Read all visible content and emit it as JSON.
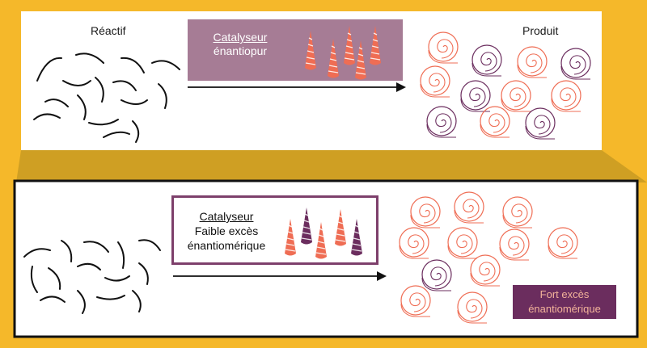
{
  "top_panel": {
    "reactant_label": "Réactif",
    "product_label": "Produit",
    "catalyst_line1": "Catalyseur",
    "catalyst_line2": "énantiopur"
  },
  "bottom_panel": {
    "catalyst_line1": "Catalyseur",
    "catalyst_line2": "Faible excès",
    "catalyst_line3": "énantiomérique",
    "result_line1": "Fort excès",
    "result_line2": "énantiomérique"
  },
  "colors": {
    "background": "#f5b82a",
    "panel": "#ffffff",
    "shadow": "#c89a22",
    "catalyst_box": "#a67c95",
    "catalyst_border": "#7d3f6b",
    "shell_coral": "#ef6d54",
    "shell_purple": "#6b2d5e",
    "badge": "#6b2d5e",
    "badge_text": "#f2b39a",
    "reactant_stroke": "#111111",
    "arrow": "#111111"
  },
  "icons": {
    "catalyst_shape": "cone-shell-icon",
    "product_shape": "spiral-snail-shell-icon",
    "reactant_shape": "curved-line-icon"
  }
}
